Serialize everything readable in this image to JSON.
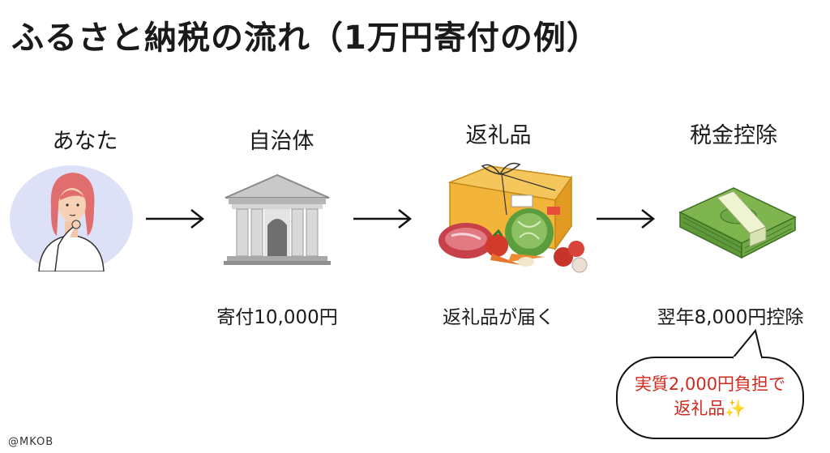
{
  "title": "ふるさと納税の流れ（1万円寄付の例）",
  "steps": [
    {
      "label": "あなた",
      "sub": "",
      "icon": "woman-thinking-icon"
    },
    {
      "label": "自治体",
      "sub": "寄付10,000円",
      "icon": "government-building-icon"
    },
    {
      "label": "返礼品",
      "sub": "返礼品が届く",
      "icon": "gift-box-food-icon"
    },
    {
      "label": "税金控除",
      "sub": "翌年8,000円控除",
      "icon": "money-stack-icon"
    }
  ],
  "callout": {
    "line1": "実質2,000円負担で",
    "line2": "返礼品✨",
    "color": "#d0281e"
  },
  "watermark": "@MKOB"
}
